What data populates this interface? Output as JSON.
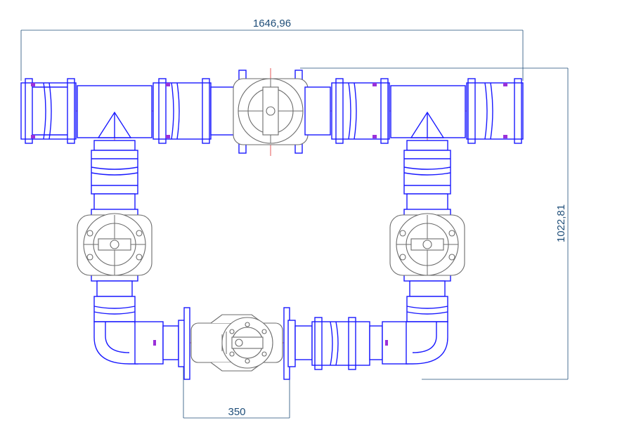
{
  "dimensions": {
    "overall_width": "1646,96",
    "overall_height": "1022,81",
    "valve_spacing": "350"
  },
  "colors": {
    "pipe": "#1a1aff",
    "valve": "#6b6b6b",
    "centerline": "#e03030",
    "dimension": "#1f4e79",
    "gasket": "#9b30d9"
  }
}
